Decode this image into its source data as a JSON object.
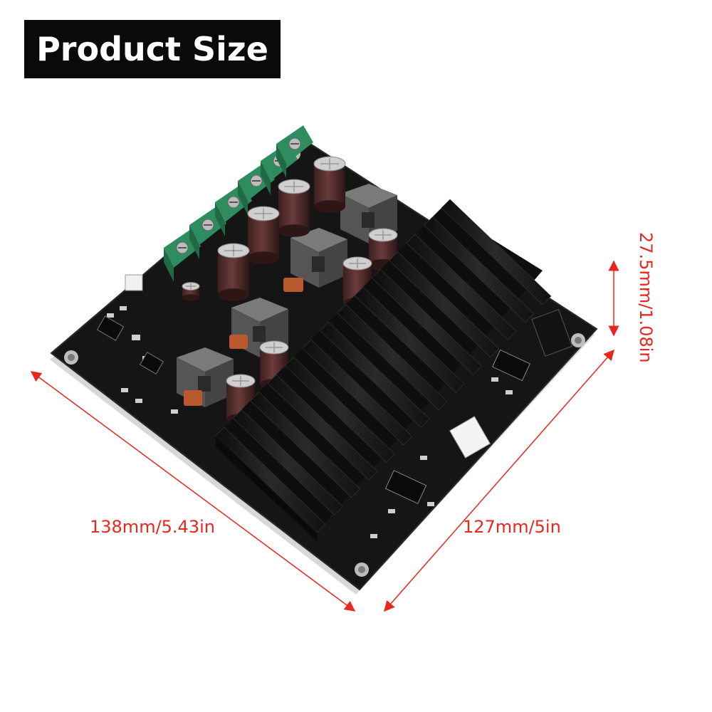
{
  "title": "Product Size",
  "dimensions": {
    "width": "138mm/5.43in",
    "depth": "127mm/5in",
    "height": "27.5mm/1.08in"
  },
  "colors": {
    "dimension": "#e8271f",
    "title_bg": "#0a0a0a",
    "board": "#141414",
    "heatsink": "#1b1b1b",
    "terminal": "#2f8c5e",
    "capacitor": "#5a3030",
    "inductor": "#555555"
  },
  "product": {
    "name": "amplifier-board",
    "terminal_count": 6,
    "capacitor_count": 9,
    "inductor_count": 4
  }
}
